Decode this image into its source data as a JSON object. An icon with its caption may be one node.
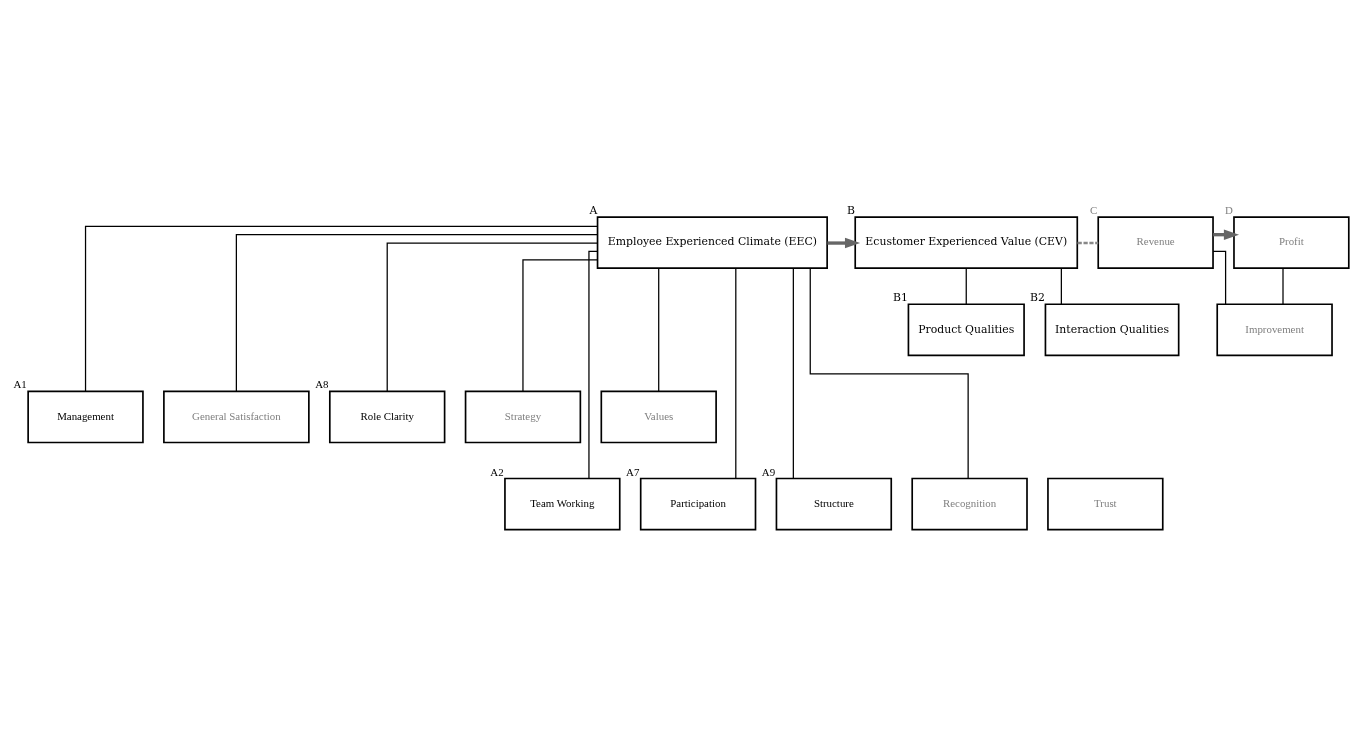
{
  "diagram": {
    "nodes": [
      {
        "text": [
          "Employee Experienced Climate (EEC)"
        ],
        "beside": [
          "A"
        ]
      },
      {
        "text": [
          "Ecustomer Experienced Value (CEV)"
        ],
        "beside": [
          "B"
        ]
      },
      {
        "text": [
          "Revenue"
        ],
        "beside": [
          "C"
        ]
      },
      {
        "text": [
          "Profit"
        ],
        "beside": [
          "D"
        ]
      },
      {
        "text": [
          "Product Qualities"
        ],
        "beside": [
          "B1"
        ]
      },
      {
        "text": [
          "Interaction Qualities"
        ],
        "beside": [
          "B2"
        ]
      },
      {
        "text": [
          "Improvement"
        ]
      },
      {
        "text": [
          "Management"
        ],
        "beside": [
          "A1"
        ]
      },
      {
        "text": [
          "General Satisfaction"
        ]
      },
      {
        "text": [
          "Role Clarity"
        ],
        "beside": [
          "A8"
        ]
      },
      {
        "text": [
          "Strategy"
        ]
      },
      {
        "text": [
          "Values"
        ]
      },
      {
        "text": [
          "Team Working"
        ],
        "beside": [
          "A2"
        ]
      },
      {
        "text": [
          "Participation"
        ],
        "beside": [
          "A7"
        ]
      },
      {
        "text": [
          "Structure"
        ],
        "beside": [
          "A9"
        ]
      },
      {
        "text": [
          "Recognition"
        ]
      },
      {
        "text": [
          "Trust"
        ]
      }
    ],
    "edges": [
      {
        "from": 0,
        "to": 1,
        "arrow": "to",
        "style": "thick",
        "color": "#666666"
      },
      {
        "from": 1,
        "to": 2,
        "arrow": "none",
        "style": "dashed",
        "color": "#888888"
      },
      {
        "from": 2,
        "to": 3,
        "arrow": "to",
        "style": "thick",
        "color": "#666666"
      },
      {
        "from": 1,
        "to": 4,
        "arrow": "none"
      },
      {
        "from": 1,
        "to": 5,
        "arrow": "none"
      },
      {
        "from": 2,
        "to": 6,
        "arrow": "none"
      },
      {
        "from": 3,
        "to": 6,
        "arrow": "none"
      },
      {
        "from": 0,
        "to": 7,
        "arrow": "none"
      },
      {
        "from": 0,
        "to": 12,
        "arrow": "none"
      },
      {
        "from": 0,
        "to": 8,
        "arrow": "none"
      },
      {
        "from": 0,
        "to": 13,
        "arrow": "none"
      },
      {
        "from": 0,
        "to": 9,
        "arrow": "none"
      },
      {
        "from": 0,
        "to": 14,
        "arrow": "none"
      },
      {
        "from": 0,
        "to": 10,
        "arrow": "none"
      },
      {
        "from": 0,
        "to": 15,
        "arrow": "none"
      },
      {
        "from": 0,
        "to": 11,
        "arrow": "none"
      }
    ]
  }
}
